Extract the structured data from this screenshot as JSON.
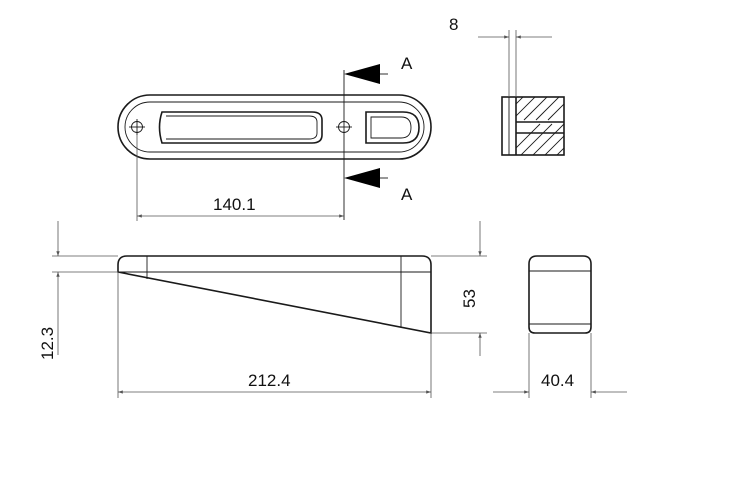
{
  "drawing": {
    "section_label_top": "A",
    "section_label_bottom": "A",
    "dim_thickness": "8",
    "dim_hole_spacing": "140.1",
    "dim_length": "212.4",
    "dim_height": "53",
    "dim_tip_height": "12.3",
    "dim_width": "40.4"
  }
}
